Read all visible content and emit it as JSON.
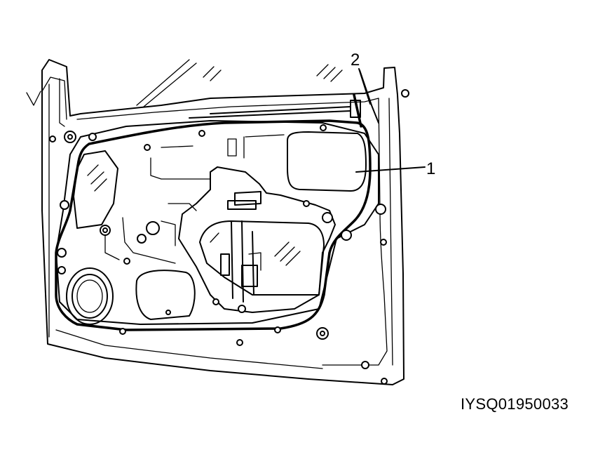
{
  "figure": {
    "id_code": "IYSQ01950033"
  },
  "callouts": [
    {
      "number": "1"
    },
    {
      "number": "2"
    }
  ]
}
